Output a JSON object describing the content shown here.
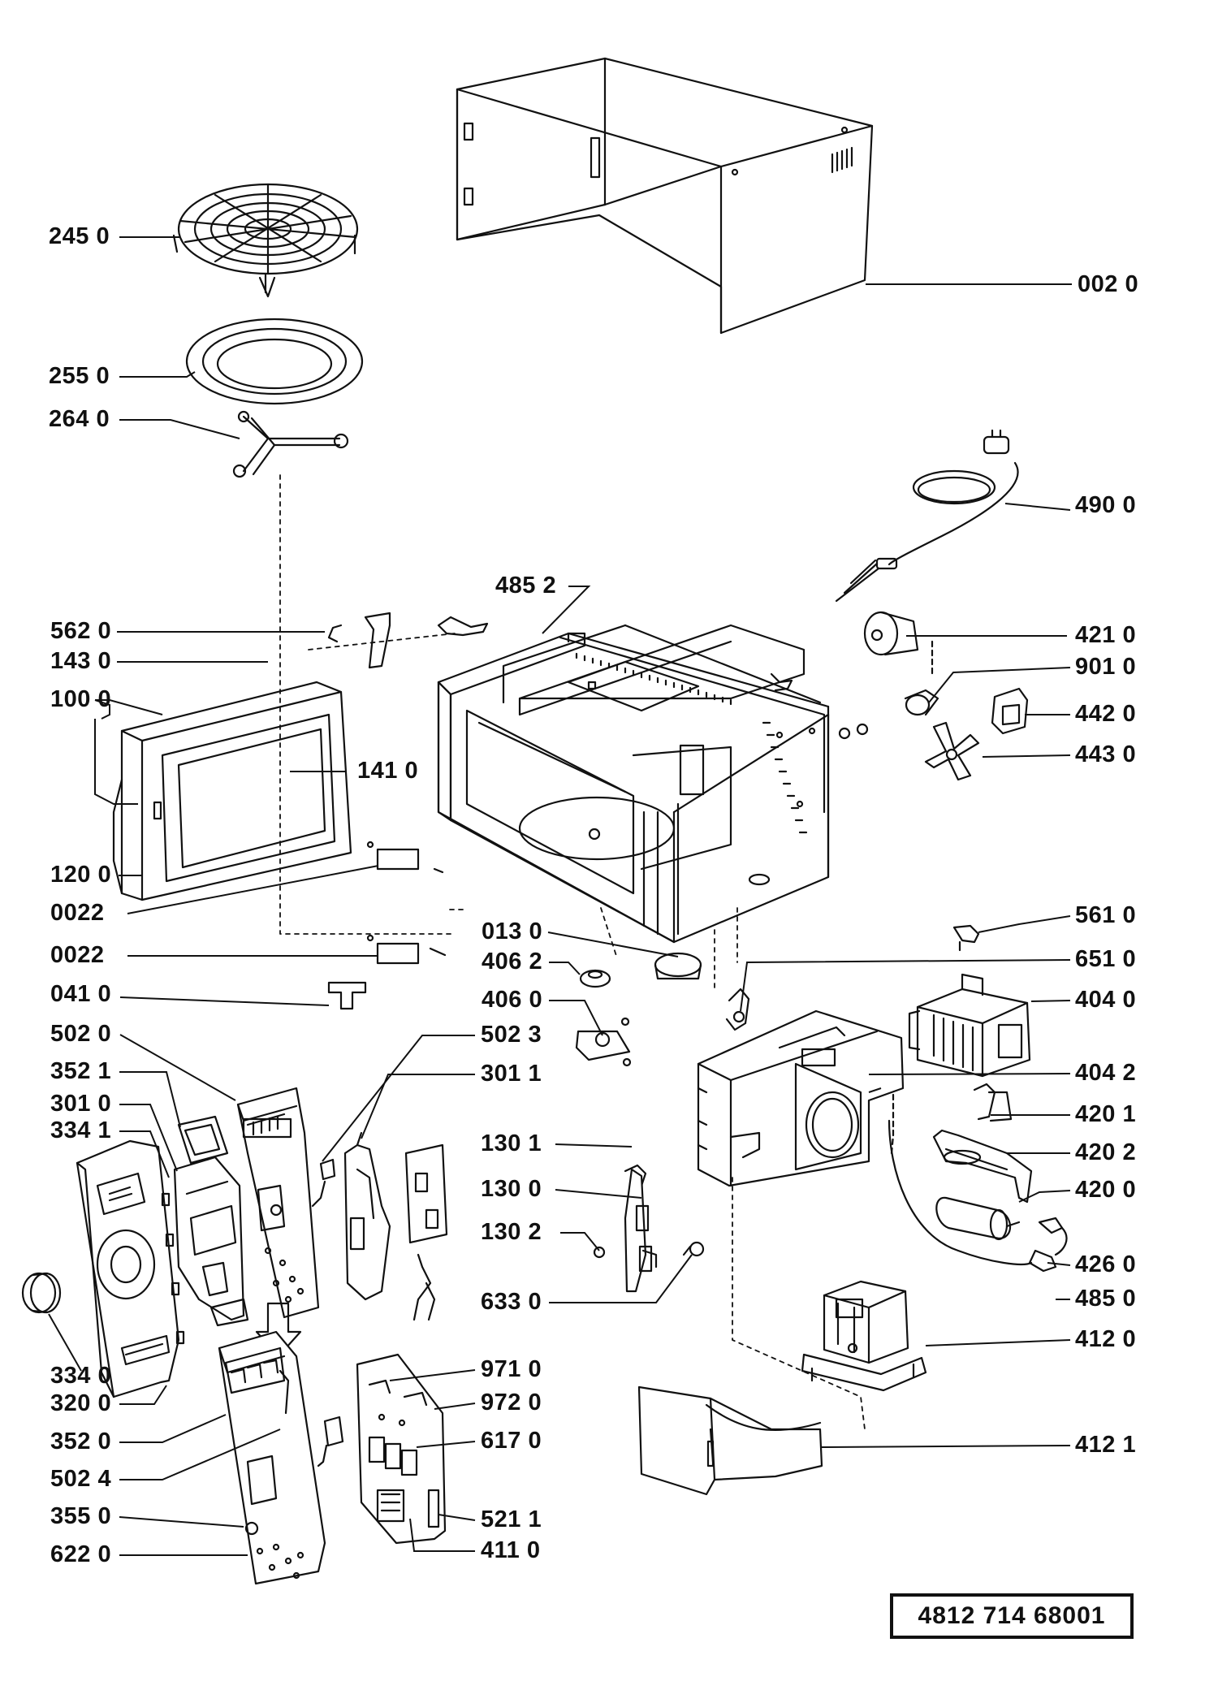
{
  "diagram": {
    "document_number": "4812  714  68001",
    "parts": [
      {
        "id": "p0020",
        "label": "002 0"
      },
      {
        "id": "p2450",
        "label": "245 0"
      },
      {
        "id": "p2550",
        "label": "255 0"
      },
      {
        "id": "p2640",
        "label": "264 0"
      },
      {
        "id": "p4900",
        "label": "490 0"
      },
      {
        "id": "p4852a",
        "label": "485 2"
      },
      {
        "id": "p5620",
        "label": "562 0"
      },
      {
        "id": "p1430",
        "label": "143 0"
      },
      {
        "id": "p1000",
        "label": "100 0"
      },
      {
        "id": "p1410",
        "label": "141 0"
      },
      {
        "id": "p1200",
        "label": "120 0"
      },
      {
        "id": "p0022a",
        "label": "0022"
      },
      {
        "id": "p0022b",
        "label": "0022"
      },
      {
        "id": "p0410",
        "label": "041 0"
      },
      {
        "id": "p4210",
        "label": "421 0"
      },
      {
        "id": "p9010",
        "label": "901 0"
      },
      {
        "id": "p4420",
        "label": "442 0"
      },
      {
        "id": "p4430",
        "label": "443 0"
      },
      {
        "id": "p0130",
        "label": "013 0"
      },
      {
        "id": "p4062",
        "label": "406 2"
      },
      {
        "id": "p4060",
        "label": "406 0"
      },
      {
        "id": "p5610",
        "label": "561 0"
      },
      {
        "id": "p6510",
        "label": "651 0"
      },
      {
        "id": "p4040",
        "label": "404 0"
      },
      {
        "id": "p4042",
        "label": "404 2"
      },
      {
        "id": "p5020",
        "label": "502 0"
      },
      {
        "id": "p3521",
        "label": "352 1"
      },
      {
        "id": "p3010",
        "label": "301 0"
      },
      {
        "id": "p3341",
        "label": "334 1"
      },
      {
        "id": "p5023",
        "label": "502 3"
      },
      {
        "id": "p3011",
        "label": "301 1"
      },
      {
        "id": "p1301",
        "label": "130 1"
      },
      {
        "id": "p1300",
        "label": "130 0"
      },
      {
        "id": "p1302",
        "label": "130 2"
      },
      {
        "id": "p6330",
        "label": "633 0"
      },
      {
        "id": "p4201",
        "label": "420 1"
      },
      {
        "id": "p4202",
        "label": "420 2"
      },
      {
        "id": "p4200",
        "label": "420 0"
      },
      {
        "id": "p4260",
        "label": "426 0"
      },
      {
        "id": "p4850",
        "label": "485 0"
      },
      {
        "id": "p4120",
        "label": "412 0"
      },
      {
        "id": "p4121",
        "label": "412 1"
      },
      {
        "id": "p3340",
        "label": "334 0"
      },
      {
        "id": "p3200",
        "label": "320 0"
      },
      {
        "id": "p3520",
        "label": "352 0"
      },
      {
        "id": "p5024",
        "label": "502 4"
      },
      {
        "id": "p3550",
        "label": "355 0"
      },
      {
        "id": "p6220",
        "label": "622 0"
      },
      {
        "id": "p9710",
        "label": "971 0"
      },
      {
        "id": "p9720",
        "label": "972 0"
      },
      {
        "id": "p6170",
        "label": "617 0"
      },
      {
        "id": "p5211",
        "label": "521 1"
      },
      {
        "id": "p4110",
        "label": "411 0"
      }
    ]
  }
}
